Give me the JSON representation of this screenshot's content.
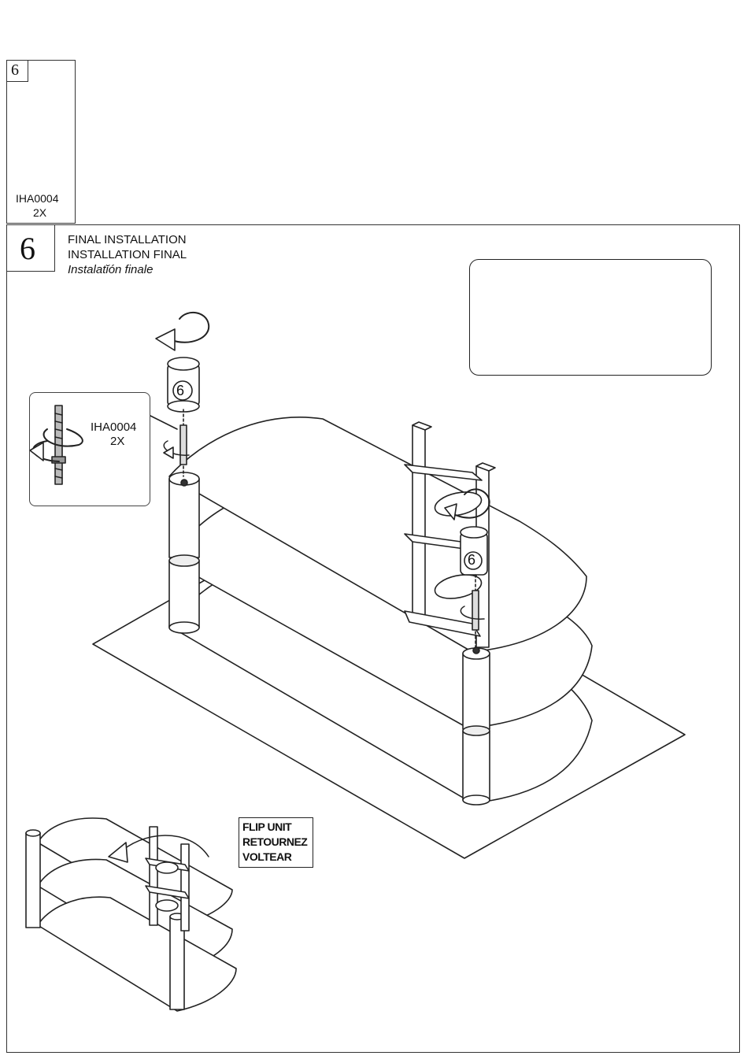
{
  "parts_panel": {
    "step_number": "6",
    "part_code": "IHA0004",
    "quantity": "2X"
  },
  "step_header": {
    "step_number": "6",
    "title_en": "FINAL INSTALLATION",
    "title_fr": "INSTALLATION FINAL",
    "title_es": "Instalatĭón finale"
  },
  "detail_callout": {
    "part_code": "IHA0004",
    "quantity": "2X"
  },
  "part_badges": [
    "6",
    "6"
  ],
  "flip_label": {
    "line1": "FLIP UNIT",
    "line2": "RETOURNEZ",
    "line3": "VOLTEAR"
  }
}
